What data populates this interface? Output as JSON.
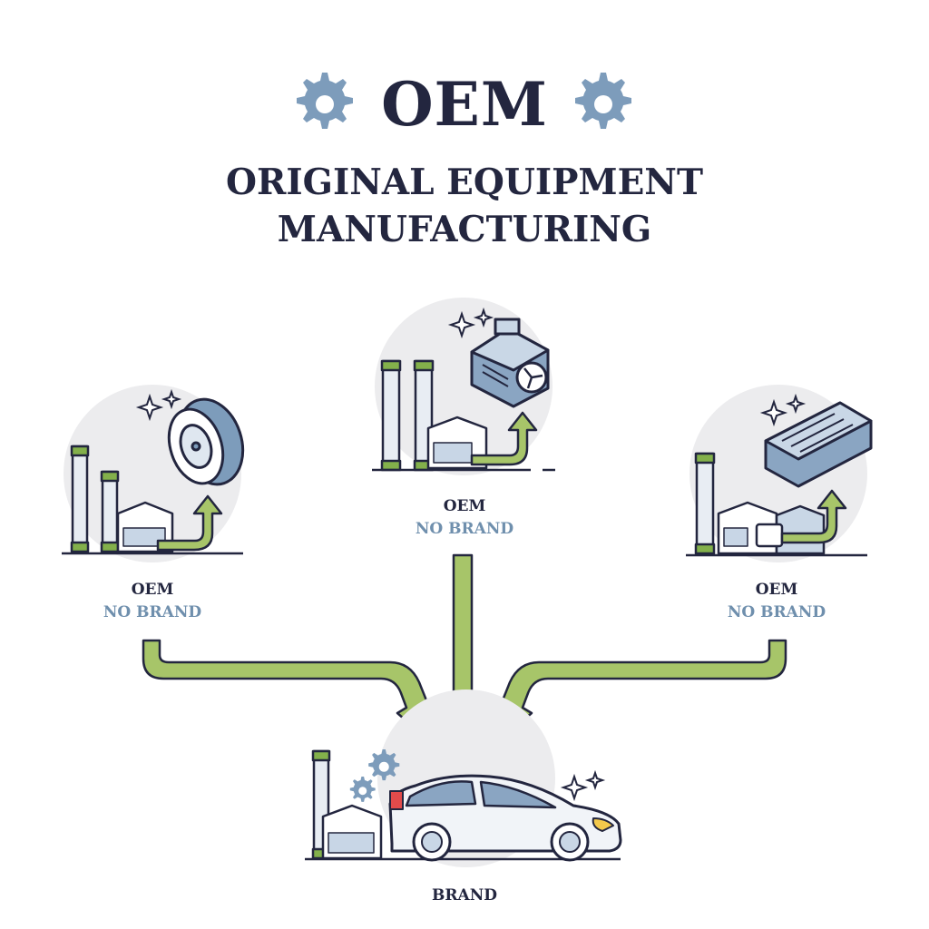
{
  "header": {
    "title": "OEM",
    "subtitle_line1": "ORIGINAL EQUIPMENT",
    "subtitle_line2": "MANUFACTURING",
    "icons": [
      "gear-icon",
      "gear-icon"
    ]
  },
  "suppliers": [
    {
      "product": "tire",
      "label": "OEM",
      "sublabel": "NO BRAND",
      "icon": "tire-icon"
    },
    {
      "product": "engine",
      "label": "OEM",
      "sublabel": "NO BRAND",
      "icon": "engine-icon"
    },
    {
      "product": "battery",
      "label": "OEM",
      "sublabel": "NO BRAND",
      "icon": "battery-icon"
    }
  ],
  "brand": {
    "label": "BRAND",
    "product": "car",
    "icon": "car-icon"
  },
  "colors": {
    "navy": "#23263f",
    "gear_blue": "#7d9cbb",
    "no_brand": "#6f8fad",
    "arrow_green": "#a7c569",
    "circle_gray": "#ececee",
    "chimney_green": "#83b04b"
  }
}
